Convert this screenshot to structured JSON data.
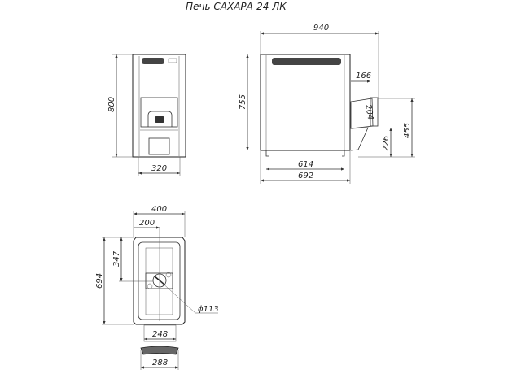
{
  "title": "Печь САХАРА-24 ЛК",
  "front_view": {
    "height": "800",
    "width": "320"
  },
  "side_view": {
    "overall_width": "940",
    "height": "755",
    "chimney_offset": "166",
    "chimney_diameter": "204",
    "chimney_height": "455",
    "ash_height": "226",
    "legs_span": "614",
    "body_depth": "692"
  },
  "top_view": {
    "width": "400",
    "half_width": "200",
    "depth": "694",
    "half_depth": "347",
    "outlet_diameter": "ϕ113",
    "door_width": "248",
    "handle_width": "288"
  }
}
